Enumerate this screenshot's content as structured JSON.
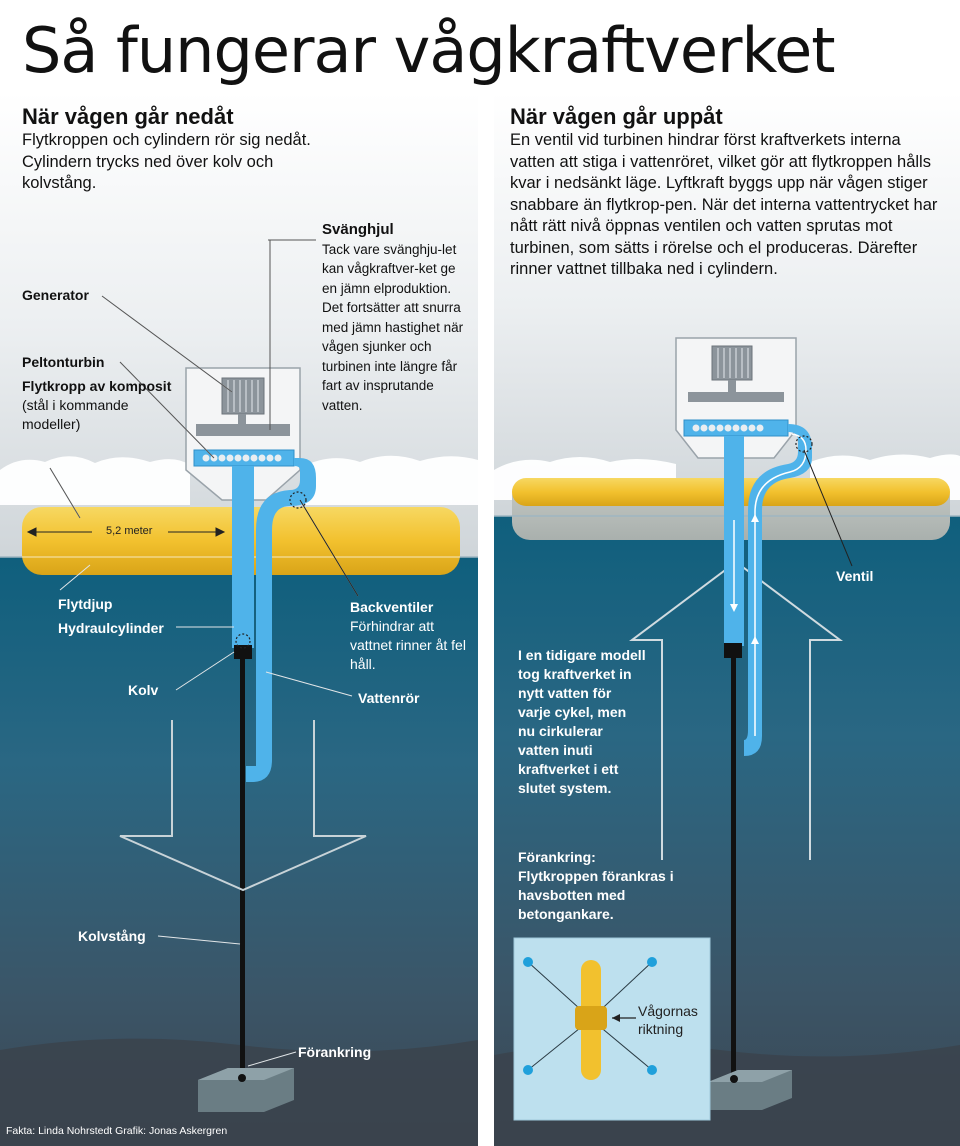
{
  "title": "Så fungerar vågkraftverket",
  "left": {
    "heading": "När vågen går nedåt",
    "text": "Flytkroppen och cylindern rör sig nedåt. Cylindern trycks ned över kolv och kolvstång.",
    "flywheel": {
      "label": "Svänghjul",
      "text": "Tack vare svänghju-let kan vågkraftver-ket ge en jämn elproduktion. Det fortsätter att snurra med jämn hastighet när vågen sjunker och turbinen inte längre får fart av insprutande vatten."
    },
    "generator": "Generator",
    "peltonturbin": "Peltonturbin",
    "float": {
      "label": "Flytkropp av komposit",
      "note": "(stål i kommande modeller)"
    },
    "dimension": "5,2 meter",
    "draft": "Flytdjup",
    "hydraulic_cylinder": "Hydraulcylinder",
    "check_valves": {
      "label": "Backventiler",
      "text": "Förhindrar att vattnet rinner åt fel håll."
    },
    "piston": "Kolv",
    "water_pipe": "Vattenrör",
    "piston_rod": "Kolvstång",
    "anchoring": "Förankring",
    "credits": "Fakta: Linda Nohrstedt  Grafik: Jonas Askergren"
  },
  "right": {
    "heading": "När vågen går uppåt",
    "text": "En ventil vid turbinen hindrar först kraftverkets interna vatten att stiga i vattenröret, vilket gör att flytkroppen hålls kvar i nedsänkt läge. Lyftkraft byggs upp när vågen stiger snabbare än flytkrop-pen. När det interna vattentrycket har nått rätt nivå öppnas ventilen och vatten sprutas mot turbinen, som sätts i rörelse och el produceras. Därefter rinner vattnet tillbaka ned i cylindern.",
    "valve": "Ventil",
    "older_model": "I en tidigare modell tog kraftverket in nytt vatten för varje cykel, men nu cirkulerar vatten inuti kraftverket i ett slutet system.",
    "anchoring": {
      "label": "Förankring:",
      "text": "Flytkroppen förankras i havsbotten med betongankare."
    },
    "wave_direction": "Vågornas riktning"
  },
  "colors": {
    "float": "#f2c12e",
    "pipe": "#4fb3ea",
    "sea_top": "#0f5f7d",
    "sea_bottom": "#3c4d5c",
    "sky": "#e4e8eb",
    "inset": "#bde0ee"
  }
}
